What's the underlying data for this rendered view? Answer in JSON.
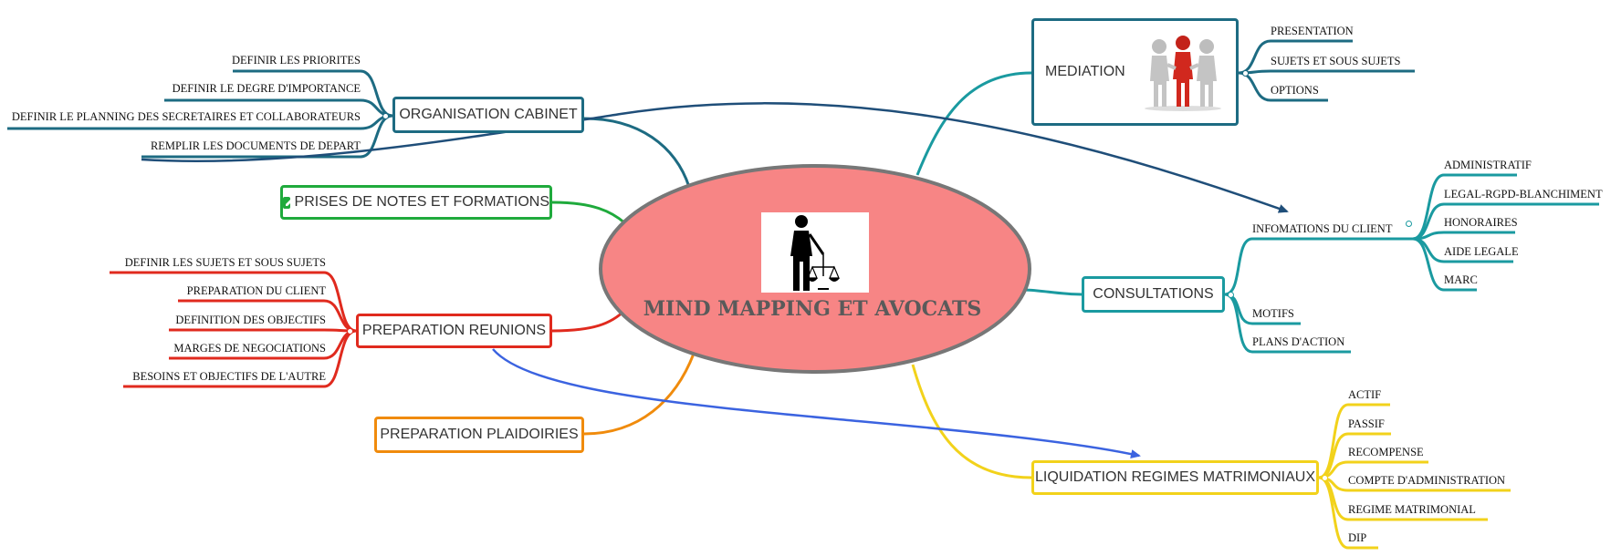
{
  "center": {
    "title": "MIND MAPPING ET AVOCATS"
  },
  "colors": {
    "teal_dark": "#1d6b82",
    "teal": "#1a9aa0",
    "green": "#1faa3c",
    "red": "#e02a1e",
    "orange": "#f08b0c",
    "yellow": "#f2d21b",
    "central_fill": "#f78585",
    "arrow_navy": "#1f4e79",
    "arrow_blue": "#3b63e0"
  },
  "icons": {
    "center": "lawyer-with-scales-icon",
    "mediation": "people-handshake-icon",
    "notes": "edit-note-icon"
  },
  "branches": {
    "organisation": {
      "label": "ORGANISATION CABINET",
      "items": [
        "DEFINIR LES PRIORITES",
        "DEFINIR LE DEGRE D'IMPORTANCE",
        "DEFINIR LE PLANNING DES SECRETAIRES ET COLLABORATEURS",
        "REMPLIR LES DOCUMENTS DE DEPART"
      ]
    },
    "notes": {
      "label": "PRISES DE NOTES ET FORMATIONS"
    },
    "reunions": {
      "label": "PREPARATION REUNIONS",
      "items": [
        "DEFINIR LES SUJETS ET SOUS SUJETS",
        "PREPARATION DU CLIENT",
        "DEFINITION DES OBJECTIFS",
        "MARGES DE NEGOCIATIONS",
        "BESOINS ET OBJECTIFS DE L'AUTRE"
      ]
    },
    "plaidoiries": {
      "label": "PREPARATION PLAIDOIRIES"
    },
    "mediation": {
      "label": "MEDIATION",
      "items": [
        "PRESENTATION",
        "SUJETS ET SOUS SUJETS",
        "OPTIONS"
      ]
    },
    "consultations": {
      "label": "CONSULTATIONS",
      "items": [
        "INFOMATIONS DU CLIENT",
        "MOTIFS",
        "PLANS D'ACTION"
      ],
      "client_items": [
        "ADMINISTRATIF",
        "LEGAL-RGPD-BLANCHIMENT",
        "HONORAIRES",
        "AIDE LEGALE",
        "MARC"
      ]
    },
    "liquidation": {
      "label": "LIQUIDATION REGIMES MATRIMONIAUX",
      "items": [
        "ACTIF",
        "PASSIF",
        "RECOMPENSE",
        "COMPTE D'ADMINISTRATION",
        "REGIME MATRIMONIAL",
        "DIP"
      ]
    }
  }
}
